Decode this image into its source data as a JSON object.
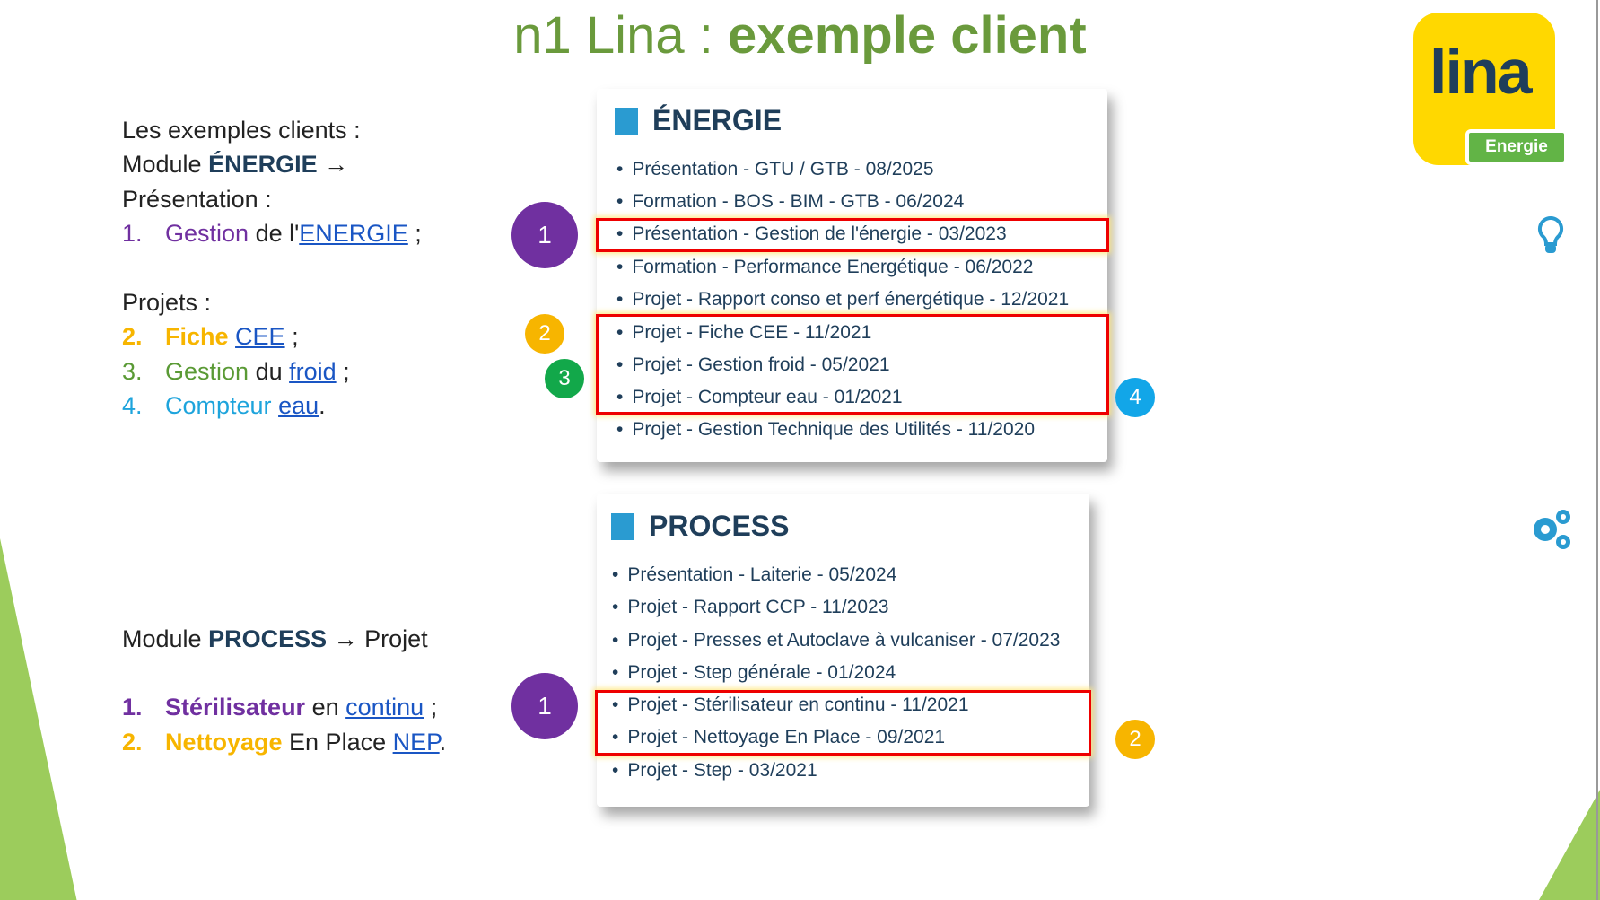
{
  "title": {
    "normal": "n1 Lina : ",
    "bold": "exemple client"
  },
  "logo": {
    "text": "lina",
    "badge": "Energie",
    "yellow": "#ffd800",
    "green": "#62b446",
    "navy": "#1f3e5a"
  },
  "left": {
    "intro": "Les exemples clients :",
    "module_energie": {
      "prefix": "Module ",
      "name": "ÉNERGIE",
      "arrow": " →"
    },
    "presentation": "Présentation :",
    "p1": {
      "num": "1.",
      "word": "Gestion",
      "mid": " de l'",
      "link": "ENERGIE",
      "end": " ;"
    },
    "projets": "Projets :",
    "p2": {
      "num": "2.",
      "word": "Fiche",
      "mid": " ",
      "link": "CEE",
      "end": " ;"
    },
    "p3": {
      "num": "3.",
      "word": "Gestion",
      "mid": " du ",
      "link": "froid",
      "end": " ;"
    },
    "p4": {
      "num": "4.",
      "word": "Compteur",
      "mid": " ",
      "link": "eau",
      "end": "."
    },
    "module_process": {
      "prefix": "Module ",
      "name": "PROCESS",
      "suffix": " → Projet"
    },
    "s1": {
      "num": "1.",
      "word": "Stérilisateur",
      "mid": " en ",
      "link": "continu",
      "end": " ;"
    },
    "s2": {
      "num": "2.",
      "word": "Nettoyage",
      "mid": " En Place ",
      "link": "NEP",
      "end": "."
    }
  },
  "energie": {
    "heading": "ÉNERGIE",
    "items": [
      "Présentation - GTU / GTB - 08/2025",
      "Formation - BOS - BIM - GTB - 06/2024",
      "Présentation - Gestion de l'énergie - 03/2023",
      "Formation - Performance Energétique - 06/2022",
      "Projet - Rapport conso et perf énergétique - 12/2021",
      "Projet - Fiche CEE - 11/2021",
      "Projet - Gestion froid - 05/2021",
      "Projet - Compteur eau - 01/2021",
      "Projet - Gestion Technique des Utilités - 11/2020"
    ]
  },
  "process": {
    "heading": "PROCESS",
    "items": [
      "Présentation - Laiterie - 05/2024",
      "Projet - Rapport CCP - 11/2023",
      "Projet - Presses et Autoclave à vulcaniser - 07/2023",
      "Projet - Step générale - 01/2024",
      "Projet - Stérilisateur en continu - 11/2021",
      "Projet - Nettoyage En Place - 09/2021",
      "Projet - Step - 03/2021"
    ]
  },
  "markers": {
    "e1": "1",
    "e2": "2",
    "e3": "3",
    "e4": "4",
    "p1": "1",
    "p2": "2"
  },
  "icons": [
    "lightbulb-icon",
    "gears-icon"
  ]
}
